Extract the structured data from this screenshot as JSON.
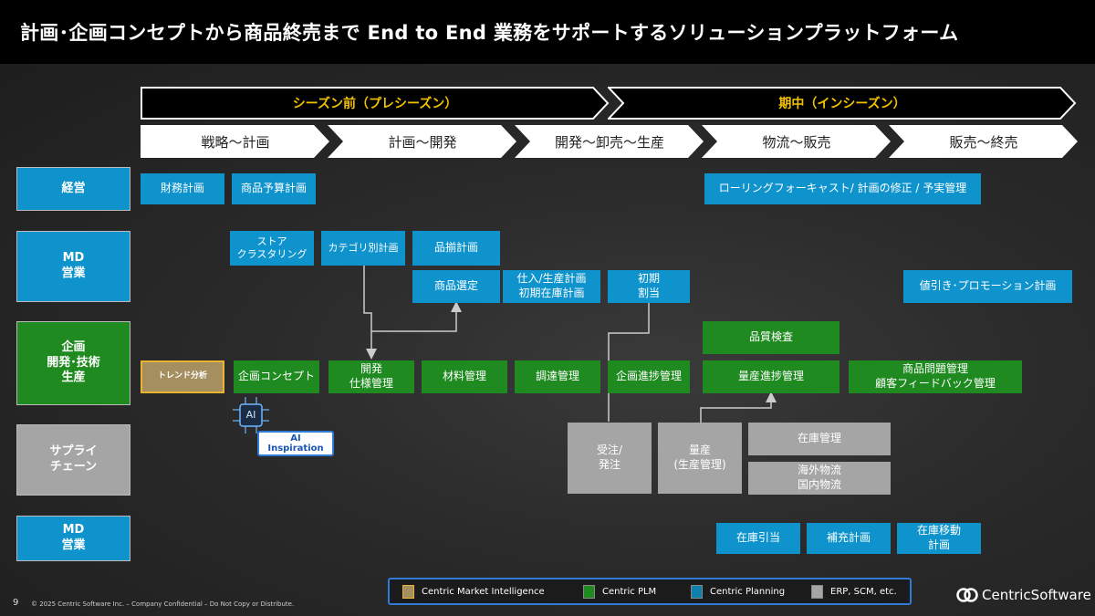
{
  "title": "計画･企画コンセプトから商品終売まで End to End 業務をサポートするソリューションプラットフォーム",
  "phases": [
    "シーズン前（プレシーズン）",
    "期中（インシーズン）"
  ],
  "stages": [
    "戦略～計画",
    "計画～開発",
    "開発～卸売～生産",
    "物流～販売",
    "販売～終売"
  ],
  "rows": [
    "経営",
    "MD\n営業",
    "企画\n開発･技術\n生産",
    "サプライ\nチェーン",
    "MD\n営業"
  ],
  "boxes": {
    "zaimu": "財務計画",
    "yosan": "商品予算計画",
    "rolling": "ローリングフォーキャスト/ 計画の修正 /  予実管理",
    "store": "ストア\nクラスタリング",
    "category": "カテゴリ別計画",
    "shinazoroe": "品揃計画",
    "sentei": "商品選定",
    "shiire": "仕入/生産計画\n初期在庫計画",
    "shoki": "初期\n割当",
    "nebiki": "値引き･プロモーション計画",
    "hinshitsu": "品質検査",
    "trend": "トレンド分析",
    "concept": "企画コンセプト",
    "kaihatsu": "開発\n仕様管理",
    "zairyo": "材料管理",
    "chotatsu": "調達管理",
    "shinchoku": "企画進捗管理",
    "ryosan_shinchoku": "量産進捗管理",
    "mondai": "商品問題管理\n顧客フィードバック管理",
    "ai": "AI",
    "ai_inspiration": "AI\nInspiration",
    "juchu": "受注/\n発注",
    "ryosan": "量産\n(生産管理)",
    "zaiko": "在庫管理",
    "butsuryu": "海外物流\n国内物流",
    "hikiate": "在庫引当",
    "hoju": "補充計画",
    "ido": "在庫移動\n計画"
  },
  "legend": [
    {
      "label": "Centric Market Intelligence",
      "color": "#c9a44a"
    },
    {
      "label": "Centric PLM",
      "color": "#1f8a1f"
    },
    {
      "label": "Centric Planning",
      "color": "#0f7fae"
    },
    {
      "label": "ERP, SCM, etc.",
      "color": "#a5a5a5"
    }
  ],
  "footer": {
    "page": "9",
    "copyright": "© 2025 Centric Software Inc. – Company Confidential – Do Not Copy or Distribute.",
    "logo": "CentricSoftware"
  }
}
